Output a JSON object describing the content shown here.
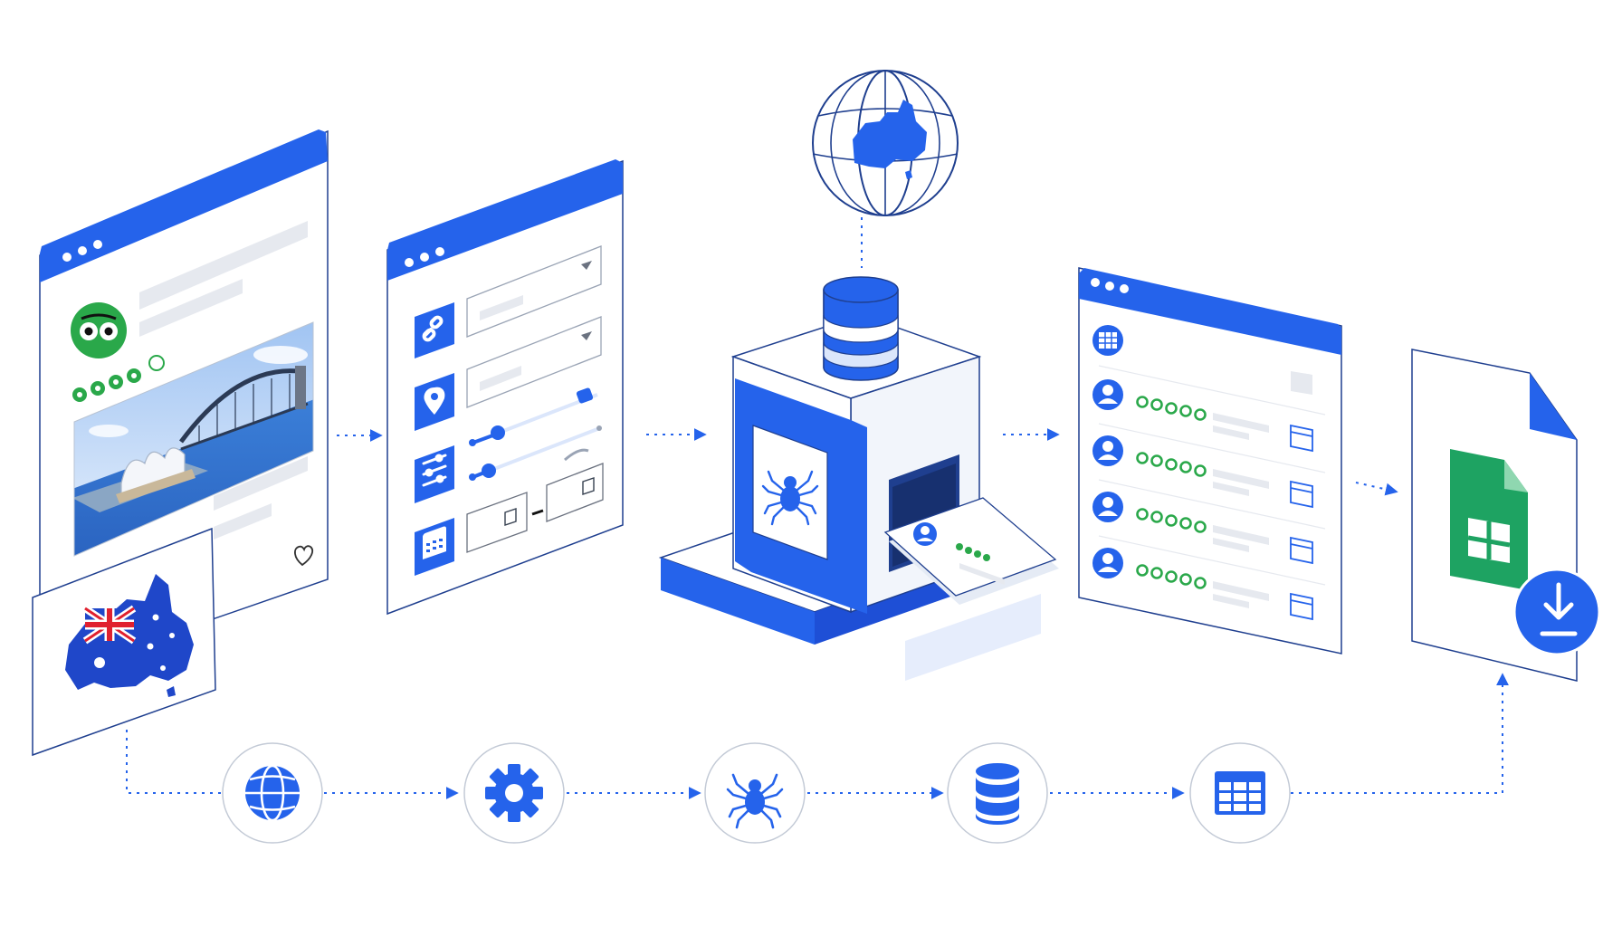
{
  "colors": {
    "primary": "#2563eb",
    "primary_dark": "#1e4fd6",
    "light_blue": "#dbe6fb",
    "pale_blue": "#eef3fd",
    "placeholder": "#e6e9ef",
    "outline": "#1f3f8f",
    "green": "#2aa84a",
    "sheets_green": "#1ea362",
    "tripadvisor_green": "#34a853",
    "flag_red": "#e0202f",
    "sky": "#cfe2fb",
    "water": "#3f82d9",
    "white": "#ffffff"
  },
  "panels": [
    {
      "id": "listing",
      "icons": [
        "tripadvisor-owl-icon",
        "rating-circles",
        "sydney-harbour-photo",
        "heart-icon"
      ]
    },
    {
      "id": "filters",
      "icons": [
        "link-icon",
        "location-pin-icon",
        "sliders-icon",
        "calendar-icon"
      ]
    },
    {
      "id": "scraper",
      "icons": [
        "spider-icon",
        "database-icon",
        "globe-australia-icon"
      ]
    },
    {
      "id": "results",
      "icons": [
        "table-icon",
        "user-avatar-icon",
        "rating-circles",
        "calendar-icon"
      ]
    },
    {
      "id": "export",
      "icons": [
        "google-sheets-icon",
        "download-icon"
      ]
    }
  ],
  "results": {
    "rows": 4,
    "stars_per_row": 5
  },
  "listing": {
    "stars_filled": 4,
    "stars_total": 5
  },
  "pipeline": {
    "steps": [
      "globe-icon",
      "gear-icon",
      "spider-icon",
      "database-icon",
      "table-icon"
    ]
  },
  "region_card": {
    "icons": [
      "australia-flag-map-icon"
    ]
  }
}
